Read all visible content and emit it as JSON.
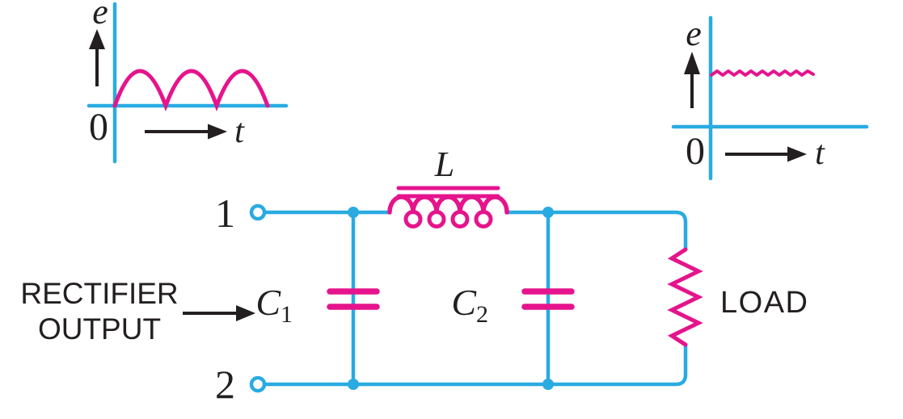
{
  "colors": {
    "wire": "#29ABE2",
    "component": "#E5148C",
    "ink": "#231F20",
    "background": "#FFFFFF"
  },
  "input_graph": {
    "y_axis_label": "e",
    "x_axis_label": "t",
    "origin_label": "0",
    "waveform": "pulsating-dc-half-sine-humps"
  },
  "output_graph": {
    "y_axis_label": "e",
    "x_axis_label": "t",
    "origin_label": "0",
    "waveform": "smooth-dc-small-ripple"
  },
  "circuit": {
    "terminal_1": "1",
    "terminal_2": "2",
    "input_label_line1": "RECTIFIER",
    "input_label_line2": "OUTPUT",
    "inductor": {
      "label": "L"
    },
    "capacitor_1": {
      "label": "C",
      "subscript": "1"
    },
    "capacitor_2": {
      "label": "C",
      "subscript": "2"
    },
    "load_label": "LOAD"
  }
}
